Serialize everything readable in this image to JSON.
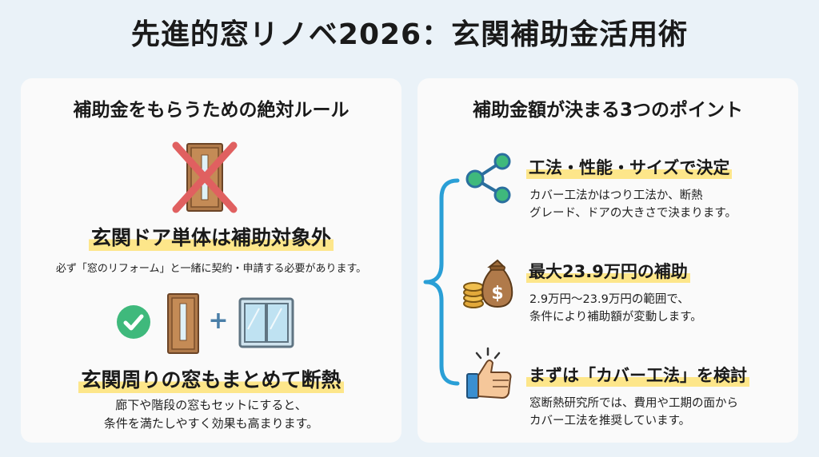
{
  "title": "先進的窓リノベ2026：玄関補助金活用術",
  "left": {
    "heading": "補助金をもらうための絶対ルール",
    "rule1": {
      "title": "玄関ドア単体は補助対象外",
      "desc": "必ず「窓のリフォーム」と一緒に契約・申請する必要があります。"
    },
    "plus_symbol": "+",
    "rule2": {
      "title": "玄関周りの窓もまとめて断熱",
      "desc_lines": [
        "廊下や階段の窓もセットにすると、",
        "条件を満たしやすく効果も高まります。"
      ]
    }
  },
  "right": {
    "heading": "補助金額が決まる3つのポイント",
    "points": [
      {
        "icon": "share-nodes-icon",
        "title": "工法・性能・サイズで決定",
        "desc_lines": [
          "カバー工法かはつり工法か、断熱",
          "グレード、ドアの大きさで決まります。"
        ]
      },
      {
        "icon": "money-bag-icon",
        "title": "最大23.9万円の補助",
        "desc_lines": [
          "2.9万円〜23.9万円の範囲で、",
          "条件により補助額が変動します。"
        ]
      },
      {
        "icon": "thumbs-up-icon",
        "title": "まずは「カバー工法」を検討",
        "desc_lines": [
          "窓断熱研究所では、費用や工期の面から",
          "カバー工法を推奨しています。"
        ]
      }
    ]
  },
  "colors": {
    "background": "#eaf2f8",
    "panel": "#fafafa",
    "highlight": "#fde68a",
    "green": "#3fb97c",
    "red_cross": "#e06060",
    "door_brown": "#b07a4a",
    "brace_blue": "#2a9fd6"
  }
}
